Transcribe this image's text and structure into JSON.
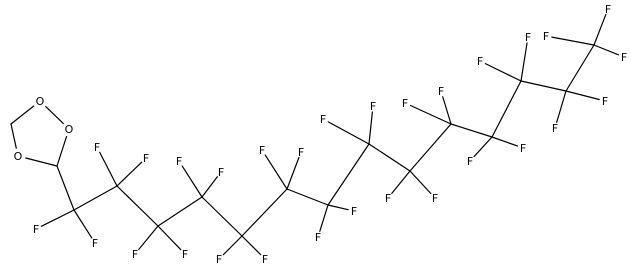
{
  "diagram": {
    "type": "skeletal-formula",
    "line_color": "#000000",
    "background": "#ffffff",
    "ring_atoms": {
      "o_upper": "O",
      "o_middle": "O",
      "o_lower": "O"
    },
    "substituent_label": "F",
    "fluorine_count": 29
  }
}
